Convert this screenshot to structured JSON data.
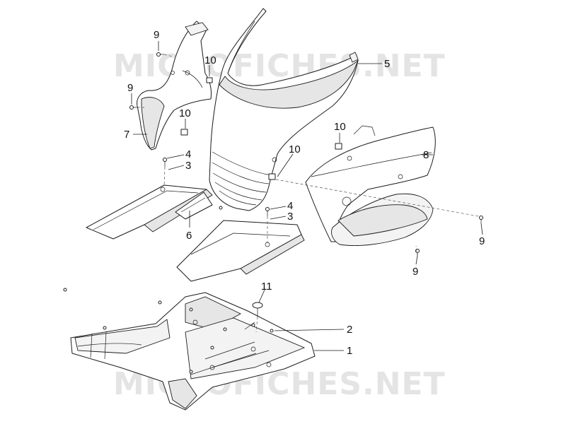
{
  "watermark": {
    "text_top": "MICROFICHES.NET",
    "text_bottom": "MICROFICHES.NET"
  },
  "callouts": [
    {
      "id": "c9a",
      "text": "9"
    },
    {
      "id": "c10a",
      "text": "10"
    },
    {
      "id": "c5",
      "text": "5"
    },
    {
      "id": "c9b",
      "text": "9"
    },
    {
      "id": "c10b",
      "text": "10"
    },
    {
      "id": "c7",
      "text": "7"
    },
    {
      "id": "c10c",
      "text": "10"
    },
    {
      "id": "c10d",
      "text": "10"
    },
    {
      "id": "c8",
      "text": "8"
    },
    {
      "id": "c4a",
      "text": "4"
    },
    {
      "id": "c3a",
      "text": "3"
    },
    {
      "id": "c4b",
      "text": "4"
    },
    {
      "id": "c3b",
      "text": "3"
    },
    {
      "id": "c6",
      "text": "6"
    },
    {
      "id": "c9c",
      "text": "9"
    },
    {
      "id": "c9d",
      "text": "9"
    },
    {
      "id": "c11",
      "text": "11"
    },
    {
      "id": "c2",
      "text": "2"
    },
    {
      "id": "c1",
      "text": "1"
    }
  ]
}
